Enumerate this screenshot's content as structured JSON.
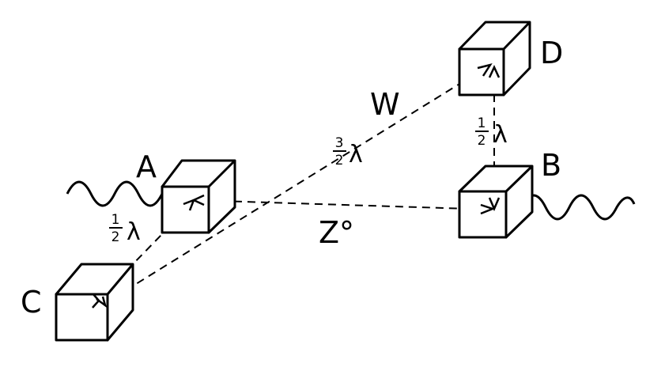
{
  "labels": {
    "A": "A",
    "B": "B",
    "C": "C",
    "D": "D",
    "W": "W",
    "Z": "Z°"
  },
  "distances": {
    "ac": {
      "numerator": "1",
      "denominator": "2",
      "symbol": "λ"
    },
    "aw": {
      "numerator": "3",
      "denominator": "2",
      "symbol": "λ"
    },
    "bd": {
      "numerator": "1",
      "denominator": "2",
      "symbol": "λ"
    }
  }
}
